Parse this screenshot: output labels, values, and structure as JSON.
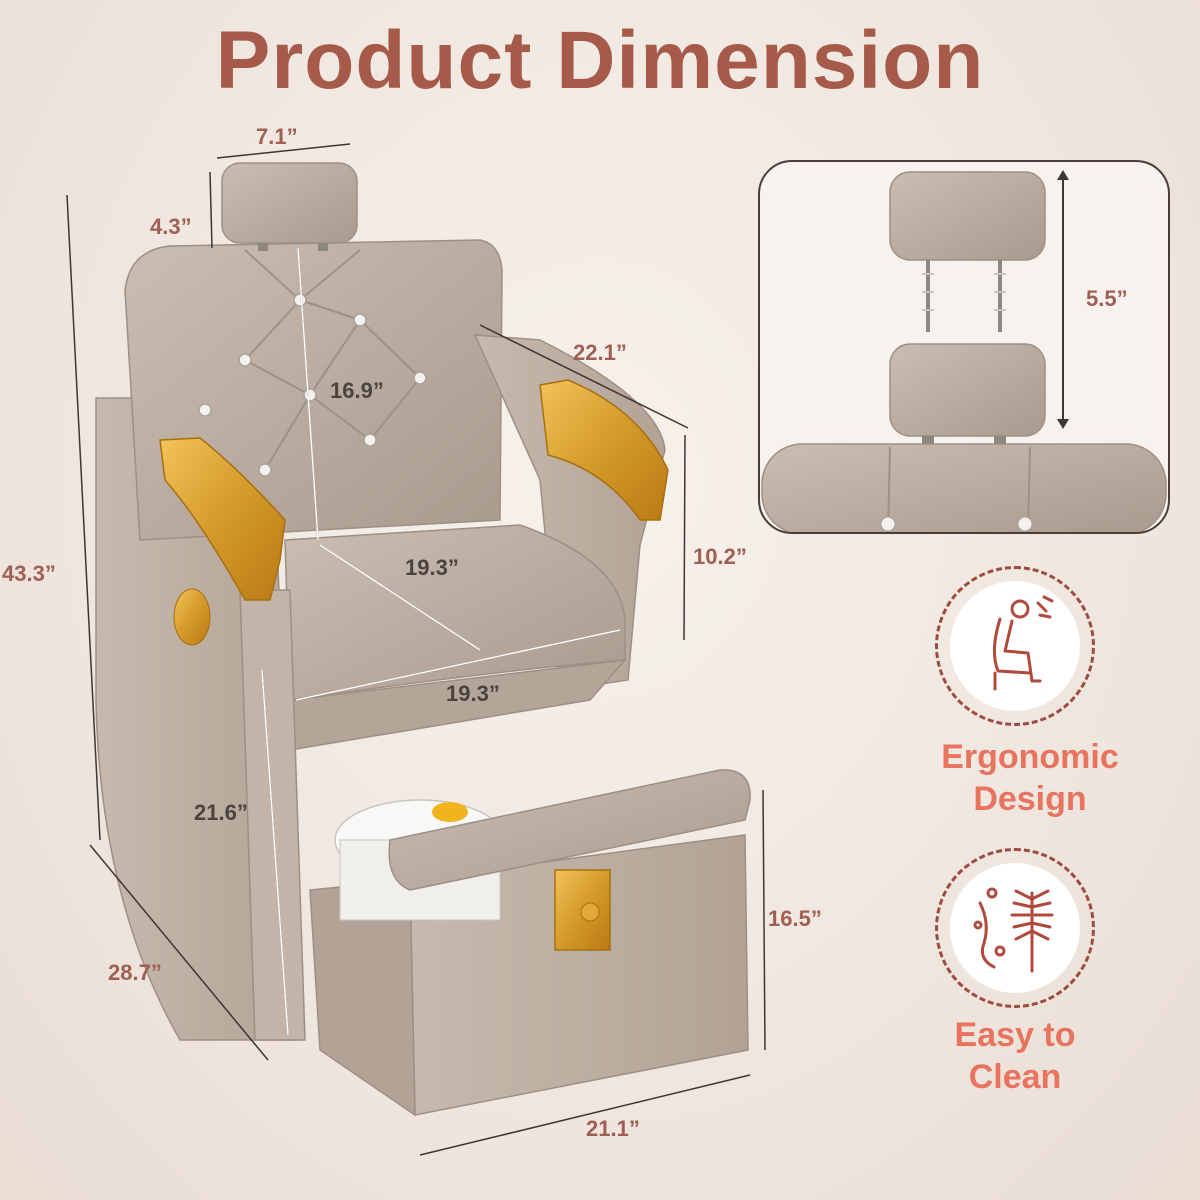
{
  "title": "Product Dimension",
  "dimensions": {
    "headrest_width": "7.1”",
    "headrest_height": "4.3”",
    "overall_height": "43.3”",
    "backrest_height": "16.9”",
    "armrest_length": "22.1”",
    "armrest_height": "10.2”",
    "seat_depth": "19.3”",
    "seat_width": "19.3”",
    "seat_height": "21.6”",
    "base_depth": "28.7”",
    "footrest_height": "16.5”",
    "footrest_width": "21.1”",
    "headrest_adjust": "5.5”"
  },
  "features": [
    {
      "label_line1": "Ergonomic",
      "label_line2": "Design",
      "icon": "ergonomic-seat-icon"
    },
    {
      "label_line1": "Easy to",
      "label_line2": "Clean",
      "icon": "cleaning-brush-icon"
    }
  ],
  "colors": {
    "title": "#a65a49",
    "dimension_text": "#a05f53",
    "feature_text": "#e8735f",
    "upholstery": "#bfb0a4",
    "gold_trim": "#d49a2a"
  }
}
